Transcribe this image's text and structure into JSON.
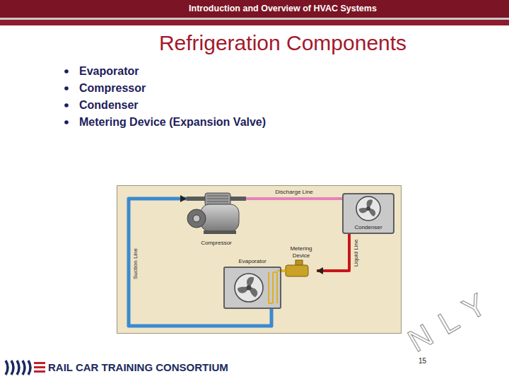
{
  "diagram": {
    "title": "Refrigeration Components",
    "nodes": [
      {
        "text": [
          "Compressor"
        ]
      },
      {
        "text": [
          "Condenser"
        ]
      },
      {
        "text": [
          "Metering Device"
        ]
      },
      {
        "text": [
          "Evaporator"
        ]
      }
    ],
    "edges": [
      {
        "from": 0,
        "to": 1,
        "label": "Discharge Line",
        "arrow": "none"
      },
      {
        "from": 1,
        "to": 2,
        "label": "Liquid Line",
        "arrow": "to"
      },
      {
        "from": 2,
        "to": 3,
        "arrow": "none"
      },
      {
        "from": 3,
        "to": 0,
        "label": "Suction Line",
        "arrow": "to"
      }
    ],
    "labels": [
      "Introduction and Overview of HVAC Systems",
      "Evaporator",
      "Compressor",
      "Condenser",
      "Metering Device (Expansion Valve)",
      "RAIL CAR TRAINING CONSORTIUM",
      "15",
      "NLY"
    ]
  }
}
